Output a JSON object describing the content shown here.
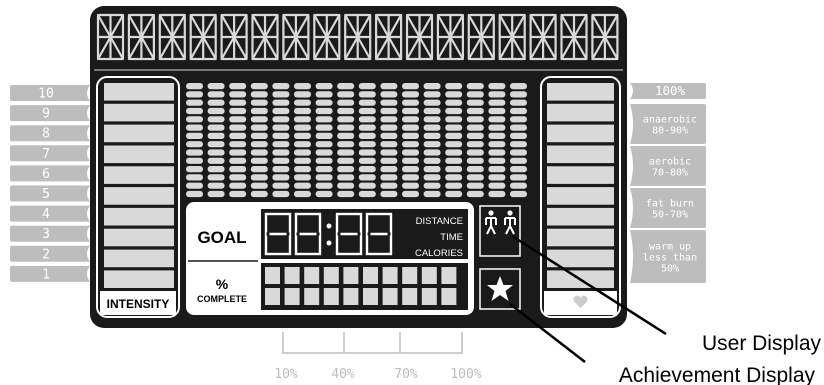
{
  "intensity_levels": [
    "10",
    "9",
    "8",
    "7",
    "6",
    "5",
    "4",
    "3",
    "2",
    "1"
  ],
  "intensity_label": "INTENSITY",
  "goal_label": "GOAL",
  "time_display": "88:88",
  "goal_metrics": [
    "DISTANCE",
    "TIME",
    "CALORIES"
  ],
  "percent_symbol": "%",
  "complete_label": "COMPLETE",
  "zones": [
    {
      "lines": [
        "100%"
      ]
    },
    {
      "lines": [
        "anaerobic",
        "80-90%"
      ]
    },
    {
      "lines": [
        "aerobic",
        "70-80%"
      ]
    },
    {
      "lines": [
        "fat burn",
        "50-70%"
      ]
    },
    {
      "lines": [
        "warm up",
        "less than",
        "50%"
      ]
    }
  ],
  "heart_icon": "heart-icon",
  "user_icon": "two-person-icon",
  "achievement_icon": "star-icon",
  "progress_marks": [
    "10%",
    "40%",
    "70%",
    "100%"
  ],
  "callouts": {
    "user_display": "User Display",
    "achievement_display": "Achievement Display"
  },
  "colors": {
    "panel": "#1a1a1a",
    "segment": "#d9d9d9",
    "tab": "#bdbdbd",
    "label": "#cfcfcf"
  }
}
